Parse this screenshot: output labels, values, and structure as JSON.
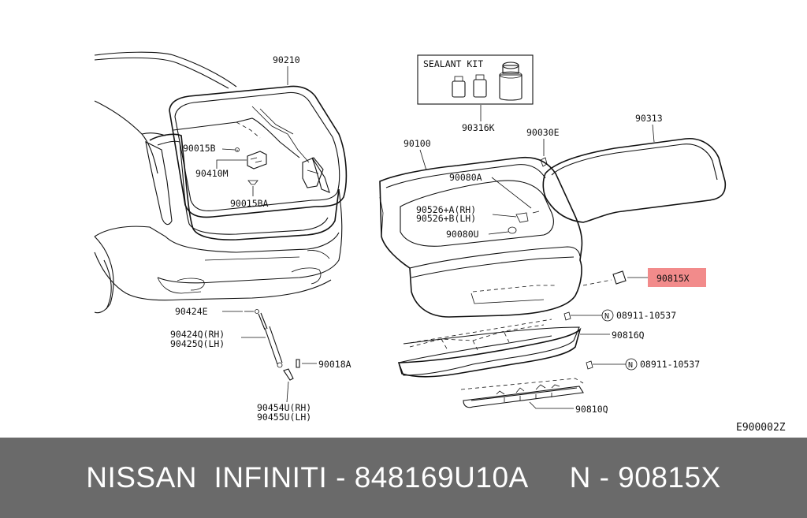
{
  "diagram": {
    "code": "E900002Z",
    "sealant_kit_title": "SEALANT KIT",
    "highlight_color": "#f28b8b",
    "labels": {
      "p90210": "90210",
      "p90015B": "90015B",
      "p90410M": "90410M",
      "p90015BA": "90015BA",
      "p90424E": "90424E",
      "p90424Q": "90424Q(RH)",
      "p90425Q": "90425Q(LH)",
      "p90018A": "90018A",
      "p90454U": "90454U(RH)",
      "p90455U": "90455U(LH)",
      "p90316K": "90316K",
      "p90030E": "90030E",
      "p90313": "90313",
      "p90100": "90100",
      "p90080A": "90080A",
      "p90526A": "90526+A(RH)",
      "p90526B": "90526+B(LH)",
      "p90080U": "90080U",
      "p90815X": "90815X",
      "p08911a": "08911-10537",
      "p08911b": "08911-10537",
      "p90816Q": "90816Q",
      "p90810Q": "90810Q",
      "n_marker": "N"
    }
  },
  "footer": {
    "text": "NISSAN  INFINITI - 848169U10A     N - 90815X"
  }
}
